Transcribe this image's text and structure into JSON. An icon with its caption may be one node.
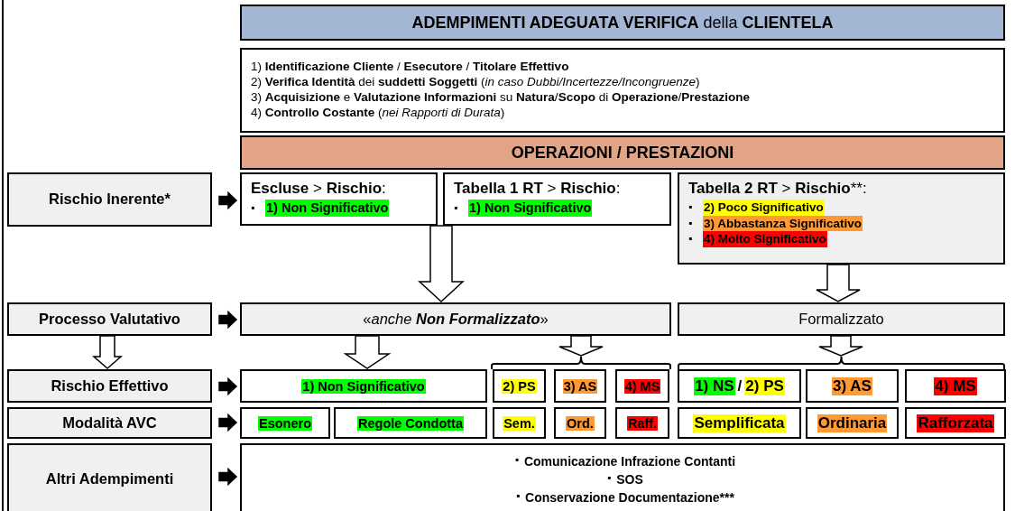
{
  "diagram": {
    "nodes": [
      {
        "text": [
          "**ADEMPIMENTI ADEGUATA VERIFICA** della **CLIENTELA**"
        ]
      },
      {
        "text": [
          "1) **Identificazione Cliente** / **Esecutore** / **Titolare Effettivo**",
          "2) **Verifica Identità** dei **suddetti Soggetti** (*in caso Dubbi/Incertezze/Incongruenze*)",
          "3) **Acquisizione** e **Valutazione Informazioni** su **Natura**/**Scopo** di **Operazione**/**Prestazione**",
          "4) **Controllo Costante** (*nei Rapporti di Durata*)"
        ]
      },
      {
        "text": [
          "OPERAZIONI / PRESTAZIONI"
        ]
      },
      {
        "text": [
          "Rischio Inerente*"
        ]
      },
      {
        "text": [
          "**Escluse** > **Rischio**:",
          "▪",
          "1) Non Significativo"
        ]
      },
      {
        "text": [
          "**Tabella 1 RT** > **Rischio**:",
          "▪",
          "1) Non Significativo"
        ]
      },
      {
        "text": [
          "**Tabella 2 RT** > **Rischio****:",
          "▪",
          "2) Poco Significativo",
          "▪",
          "3) Abbastanza Significativo",
          "▪",
          "4) Molto Significativo"
        ]
      },
      {
        "text": [
          "Processo Valutativo"
        ]
      },
      {
        "text": [
          "«*anche* **Non Formalizzato**»"
        ]
      },
      {
        "text": [
          "Formalizzato"
        ]
      },
      {
        "text": [
          "Rischio Effettivo"
        ]
      },
      {
        "text": [
          "1) Non Significativo"
        ]
      },
      {
        "text": [
          "2) PS"
        ]
      },
      {
        "text": [
          "3) AS"
        ]
      },
      {
        "text": [
          "4) MS"
        ]
      },
      {
        "text": [
          "1) NS",
          "/",
          "2) PS"
        ]
      },
      {
        "text": [
          "3) AS"
        ]
      },
      {
        "text": [
          "4) MS"
        ]
      },
      {
        "text": [
          "Modalità AVC"
        ]
      },
      {
        "text": [
          "Esonero"
        ]
      },
      {
        "text": [
          "Regole Condotta"
        ]
      },
      {
        "text": [
          "Sem."
        ]
      },
      {
        "text": [
          "Ord."
        ]
      },
      {
        "text": [
          "Raff."
        ]
      },
      {
        "text": [
          "Semplificata"
        ]
      },
      {
        "text": [
          "Ordinaria"
        ]
      },
      {
        "text": [
          "Rafforzata"
        ]
      },
      {
        "text": [
          "Altri Adempimenti"
        ]
      },
      {
        "text": [
          "▪",
          "Comunicazione Infrazione Contanti",
          "▪",
          "SOS",
          "▪",
          "Conservazione Documentazione***"
        ]
      },
      {
        "text": [],
        "shape": "bracket"
      },
      {
        "text": [],
        "shape": "bracket"
      }
    ],
    "edges": [
      {
        "from": 3,
        "to": 4,
        "arrow": "to",
        "color": "#000000"
      },
      {
        "from": 4,
        "to": 8,
        "arrow": "to"
      },
      {
        "from": 5,
        "to": 8,
        "arrow": "to"
      },
      {
        "from": 6,
        "to": 9,
        "arrow": "to"
      },
      {
        "from": 7,
        "to": 8,
        "arrow": "to",
        "color": "#000000"
      },
      {
        "from": 7,
        "to": 10,
        "arrow": "to"
      },
      {
        "from": 8,
        "to": 11,
        "arrow": "to"
      },
      {
        "from": 8,
        "to": 29,
        "arrow": "to"
      },
      {
        "from": 9,
        "to": 30,
        "arrow": "to"
      },
      {
        "from": 10,
        "to": 11,
        "arrow": "to",
        "color": "#000000"
      },
      {
        "from": 18,
        "to": 19,
        "arrow": "to",
        "color": "#000000"
      },
      {
        "from": 27,
        "to": 28,
        "arrow": "to",
        "color": "#000000"
      }
    ]
  }
}
